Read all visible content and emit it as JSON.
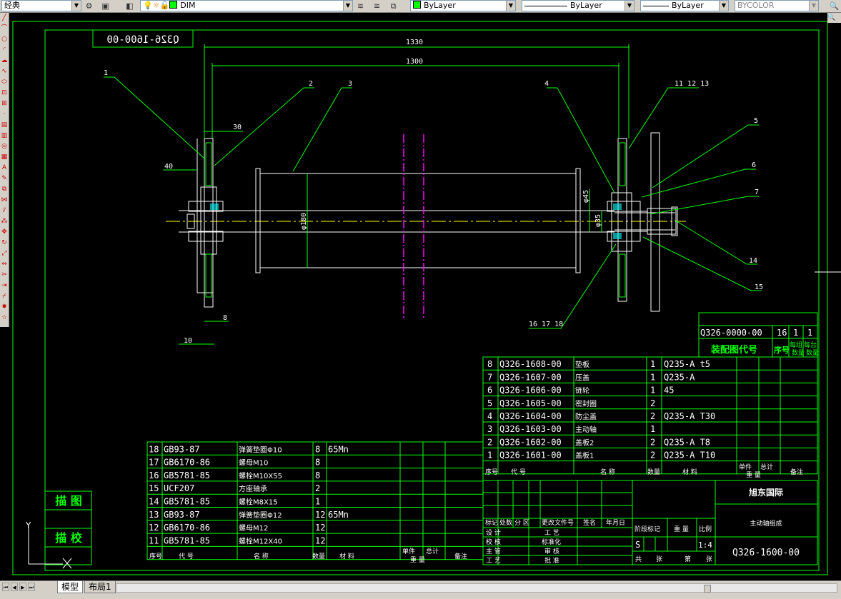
{
  "toolbar": {
    "workspace": "经典",
    "layer": "DIM",
    "color": "ByLayer",
    "linetype": "ByLayer",
    "lineweight": "ByLayer",
    "plotstyle": "BYCOLOR"
  },
  "tabs": {
    "model": "模型",
    "layout1": "布局1"
  },
  "drawing": {
    "code_box": "Q326-1600-00",
    "dims": {
      "d1330": "1330",
      "d1300": "1300",
      "d30": "30",
      "d40": "40",
      "d8": "8",
      "d10": "10",
      "d45": "φ45",
      "d35": "φ35",
      "d180": "φ180"
    },
    "balloons": {
      "b1": "1",
      "b2": "2",
      "b3": "3",
      "b4": "4",
      "b11": "11 12 13",
      "b5": "5",
      "b6": "6",
      "b7": "7",
      "b14": "14",
      "b15": "15",
      "b16": "16 17 18"
    }
  },
  "assembly": {
    "code": "Q326-0000-00",
    "num": "16",
    "q1": "1",
    "q2": "1",
    "label": "装配图代号",
    "h_no": "序号",
    "h_qa": "每组",
    "h_qb": "数量",
    "h_qc": "每台",
    "h_qd": "数量"
  },
  "parts_right": [
    {
      "no": "8",
      "code": "Q326-1608-00",
      "name": "垫板",
      "qty": "1",
      "mat": "Q235-A t5"
    },
    {
      "no": "7",
      "code": "Q326-1607-00",
      "name": "压盖",
      "qty": "1",
      "mat": "Q235-A"
    },
    {
      "no": "6",
      "code": "Q326-1606-00",
      "name": "链轮",
      "qty": "1",
      "mat": "45"
    },
    {
      "no": "5",
      "code": "Q326-1605-00",
      "name": "密封圈",
      "qty": "2",
      "mat": ""
    },
    {
      "no": "4",
      "code": "Q326-1604-00",
      "name": "防尘盖",
      "qty": "2",
      "mat": "Q235-A T30"
    },
    {
      "no": "3",
      "code": "Q326-1603-00",
      "name": "主动轴",
      "qty": "1",
      "mat": ""
    },
    {
      "no": "2",
      "code": "Q326-1602-00",
      "name": "盖板2",
      "qty": "2",
      "mat": "Q235-A T8"
    },
    {
      "no": "1",
      "code": "Q326-1601-00",
      "name": "盖板1",
      "qty": "2",
      "mat": "Q235-A T10"
    }
  ],
  "parts_left": [
    {
      "no": "18",
      "code": "GB93-87",
      "name": "弹簧垫圈Φ10",
      "qty": "8",
      "mat": "65Mn"
    },
    {
      "no": "17",
      "code": "GB6170-86",
      "name": "螺母M10",
      "qty": "8",
      "mat": ""
    },
    {
      "no": "16",
      "code": "GB5781-85",
      "name": "螺栓M10X55",
      "qty": "8",
      "mat": ""
    },
    {
      "no": "15",
      "code": "UCF207",
      "name": "方座轴承",
      "qty": "2",
      "mat": ""
    },
    {
      "no": "14",
      "code": "GB5781-85",
      "name": "螺栓M8X15",
      "qty": "1",
      "mat": ""
    },
    {
      "no": "13",
      "code": "GB93-87",
      "name": "弹簧垫圈Φ12",
      "qty": "12",
      "mat": "65Mn"
    },
    {
      "no": "12",
      "code": "GB6170-86",
      "name": "螺母M12",
      "qty": "12",
      "mat": ""
    },
    {
      "no": "11",
      "code": "GB5781-85",
      "name": "螺栓M12X40",
      "qty": "12",
      "mat": ""
    }
  ],
  "parts_header": {
    "no": "序号",
    "code": "代 号",
    "name": "名 称",
    "qty": "数量",
    "mat": "材 料",
    "single": "单件",
    "total": "总计",
    "weight": "重 量",
    "remark": "备注"
  },
  "side": {
    "miaotu": "描 图",
    "miaojiao": "描 校"
  },
  "title_block": {
    "company": "旭东国际",
    "part_name": "主动轴组成",
    "drawing_no": "Q326-1600-00",
    "scale": "1:4",
    "stage": "S",
    "h_biaoji": "标记",
    "h_chushu": "处数",
    "h_fenqu": "分 区",
    "h_gengai": "更改文件号",
    "h_qianming": "签名",
    "h_riqi": "年月日",
    "sheji": "设 计",
    "jiaodui": "校 核",
    "zhuguan": "主 管",
    "gongyi": "工 艺",
    "gongyi2": "工 艺",
    "biaozhun": "标准化",
    "shenhe": "审 核",
    "pizhun": "批 准",
    "jieduan": "阶段标记",
    "zhongliang": "重 量",
    "bili": "比例",
    "gong": "共",
    "zhang1": "张",
    "di": "第",
    "zhang2": "张"
  },
  "ucs": {
    "y": "Y"
  }
}
